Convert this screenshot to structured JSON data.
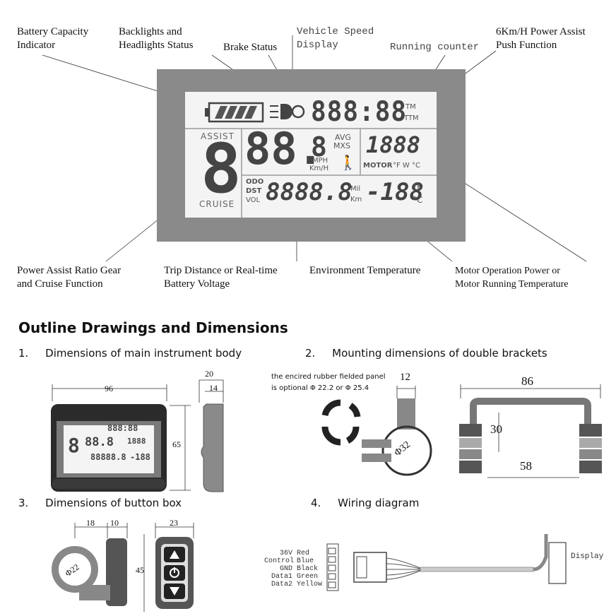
{
  "callouts": {
    "battery": [
      "Battery Capacity",
      "Indicator"
    ],
    "backlights": [
      "Backlights and",
      "Headlights Status"
    ],
    "brake": "Brake Status",
    "vehicle_speed": [
      "Vehicle Speed",
      "Display"
    ],
    "running_counter": "Running counter",
    "power_assist_push": [
      "6Km/H Power Assist",
      "Push Function"
    ],
    "assist_ratio": [
      "Power Assist Ratio Gear",
      "and Cruise Function"
    ],
    "trip_distance": [
      "Trip Distance or Real-time",
      "Battery Voltage"
    ],
    "env_temp": "Environment Temperature",
    "motor_power": [
      "Motor Operation Power or",
      "Motor Running Temperature"
    ]
  },
  "lcd": {
    "clock": "888:88",
    "tm": "TM",
    "ttm": "TTM",
    "assist": "ASSIST",
    "gear": "8",
    "cruise": "CRUISE",
    "speed": "88.",
    "speed_dec": "8",
    "avg": "AVG",
    "mxs": "MXS",
    "mph": "MPH",
    "kmh": "Km/H",
    "motor_value": "1888",
    "motor": "MOTOR",
    "motor_units": "°F W °C",
    "odo": "ODO",
    "dst": "DST",
    "vol": "VOL",
    "trip": "8888.8",
    "mil": "Mil",
    "km": "Km",
    "temp": "-188",
    "f": "°F",
    "c": "°C"
  },
  "section_title": "Outline Drawings and Dimensions",
  "subsections": {
    "s1": {
      "num": "1.",
      "label": "Dimensions of main instrument body"
    },
    "s2": {
      "num": "2.",
      "label": "Mounting dimensions of double brackets"
    },
    "s3": {
      "num": "3.",
      "label": "Dimensions of button box"
    },
    "s4": {
      "num": "4.",
      "label": "Wiring diagram"
    }
  },
  "dims": {
    "body_width": "96",
    "body_height": "65",
    "side_20": "20",
    "side_14": "14",
    "bracket_12": "12",
    "bracket_phi": "Φ32",
    "bracket_86": "86",
    "bracket_30": "30",
    "bracket_58": "58",
    "btn_18": "18",
    "btn_10": "10",
    "btn_phi": "Φ22",
    "btn_23": "23",
    "btn_45": "45"
  },
  "rubber_note": [
    "the encired rubber fielded panel",
    "is optional Φ 22.2  or Φ 25.4"
  ],
  "wiring": {
    "signals": [
      "36V",
      "Control",
      "GND",
      "Data1",
      "Data2"
    ],
    "colors": [
      "Red",
      "Blue",
      "Black",
      "Green",
      "Yellow"
    ],
    "display": "Display"
  },
  "mini_lcd": {
    "clock": "888:88",
    "speed": "88.8",
    "motor": "1888",
    "trip": "88888.8",
    "temp": "-188",
    "gear": "8"
  }
}
